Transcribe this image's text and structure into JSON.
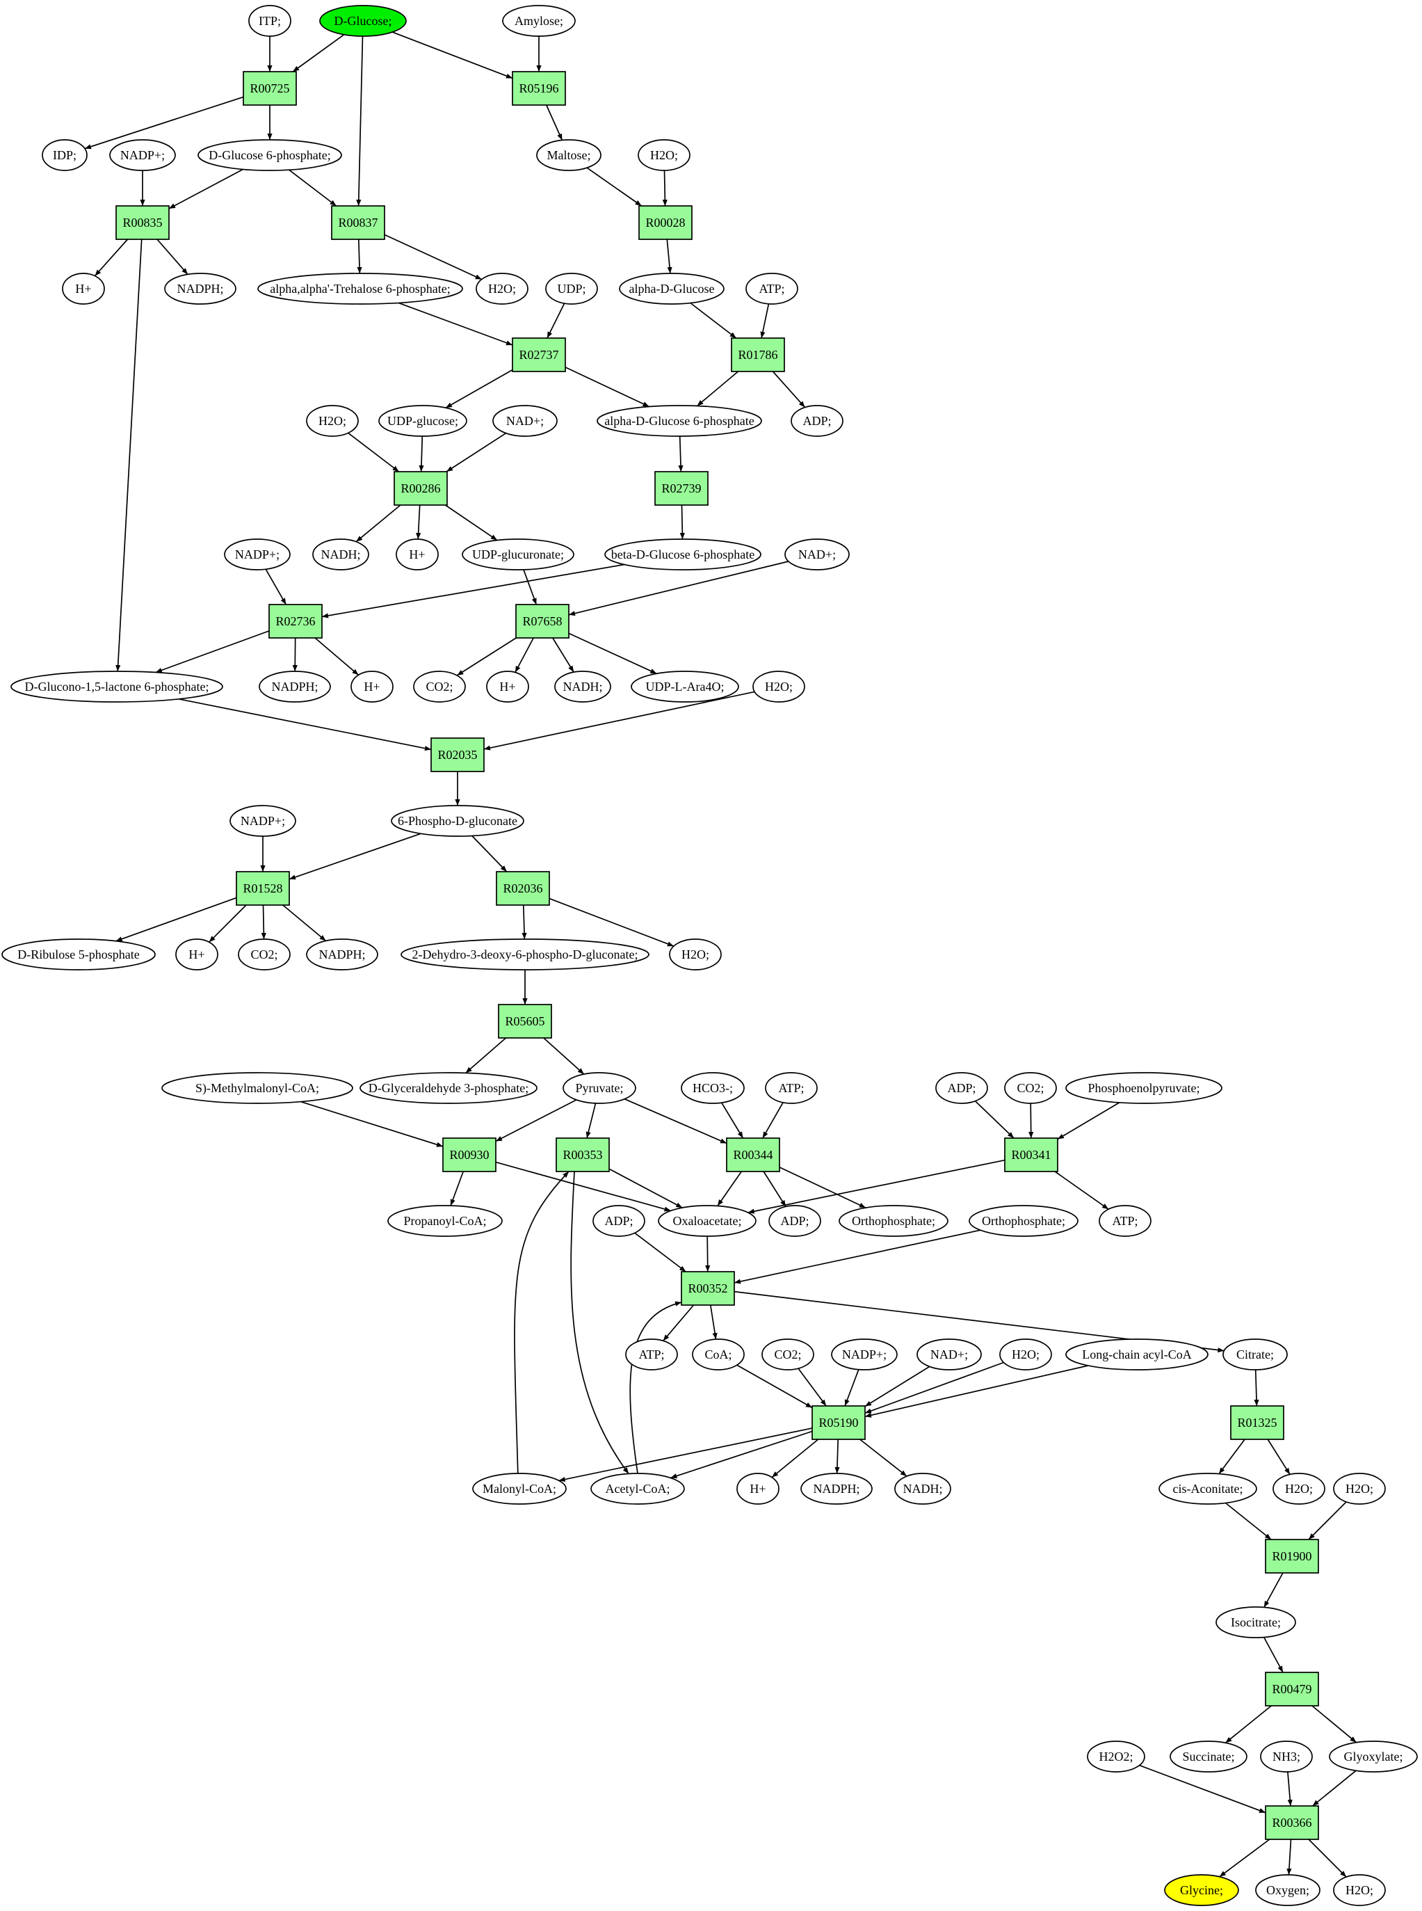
{
  "colors": {
    "reaction_fill": "#98fb98",
    "start_compound_fill": "#00ee00",
    "target_compound_fill": "#ffff00",
    "compound_fill": "#ffffff",
    "stroke": "#000000"
  },
  "reactions": [
    "R00725",
    "R05196",
    "R00835",
    "R00837",
    "R00028",
    "R02737",
    "R01786",
    "R00286",
    "R02739",
    "R02736",
    "R07658",
    "R02035",
    "R01528",
    "R02036",
    "R05605",
    "R00930",
    "R00353",
    "R00344",
    "R00341",
    "R00352",
    "R05190",
    "R01325",
    "R01900",
    "R00479",
    "R00366"
  ],
  "compounds": {
    "itp": "ITP;",
    "dglucose": "D-Glucose;",
    "amylose": "Amylose;",
    "idp": "IDP;",
    "nadp1": "NADP+;",
    "g6p": "D-Glucose 6-phosphate;",
    "maltose": "Maltose;",
    "h2o1": "H2O;",
    "hplus1": "H+",
    "nadph1": "NADPH;",
    "tre6p": "alpha,alpha'-Trehalose 6-phosphate;",
    "h2o2": "H2O;",
    "udp": "UDP;",
    "adglc": "alpha-D-Glucose",
    "atp1": "ATP;",
    "h2o3": "H2O;",
    "udpglc": "UDP-glucose;",
    "nad1": "NAD+;",
    "adg6p": "alpha-D-Glucose 6-phosphate",
    "adp1": "ADP;",
    "nadh1": "NADH;",
    "hplus2": "H+",
    "udpgluc": "UDP-glucuronate;",
    "bdg6p": "beta-D-Glucose 6-phosphate",
    "nadp2": "NADP+;",
    "nad2": "NAD+;",
    "glclac": "D-Glucono-1,5-lactone 6-phosphate;",
    "nadph2": "NADPH;",
    "hplus3": "H+",
    "co2a": "CO2;",
    "hplus4": "H+",
    "nadh2": "NADH;",
    "udpara": "UDP-L-Ara4O;",
    "h2o4": "H2O;",
    "pgluc": "6-Phospho-D-gluconate",
    "nadp3": "NADP+;",
    "ru5p": "D-Ribulose 5-phosphate",
    "hplus5": "H+",
    "co2b": "CO2;",
    "nadph3": "NADPH;",
    "kdpg": "2-Dehydro-3-deoxy-6-phospho-D-gluconate;",
    "h2o5": "H2O;",
    "smmcoa": "S)-Methylmalonyl-CoA;",
    "gap": "D-Glyceraldehyde 3-phosphate;",
    "pyr": "Pyruvate;",
    "hco3": "HCO3-;",
    "atp2": "ATP;",
    "adp2": "ADP;",
    "co2c": "CO2;",
    "pep": "Phosphoenolpyruvate;",
    "propcoa": "Propanoyl-CoA;",
    "oaa": "Oxaloacetate;",
    "adp3": "ADP;",
    "adp4": "ADP;",
    "pi1": "Orthophosphate;",
    "pi2": "Orthophosphate;",
    "atp3": "ATP;",
    "atp4": "ATP;",
    "coa": "CoA;",
    "co2d": "CO2;",
    "nadp4": "NADP+;",
    "nad3": "NAD+;",
    "h2o6": "H2O;",
    "lcacoa": "Long-chain acyl-CoA",
    "citrate": "Citrate;",
    "malcoa": "Malonyl-CoA;",
    "accoa": "Acetyl-CoA;",
    "hplus6": "H+",
    "nadph4": "NADPH;",
    "nadh3": "NADH;",
    "cisacon": "cis-Aconitate;",
    "h2o7": "H2O;",
    "h2o8": "H2O;",
    "isocit": "Isocitrate;",
    "h2o2b": "H2O2;",
    "succ": "Succinate;",
    "nh3": "NH3;",
    "glyox": "Glyoxylate;",
    "glycine": "Glycine;",
    "oxygen": "Oxygen;",
    "h2o9": "H2O;"
  }
}
